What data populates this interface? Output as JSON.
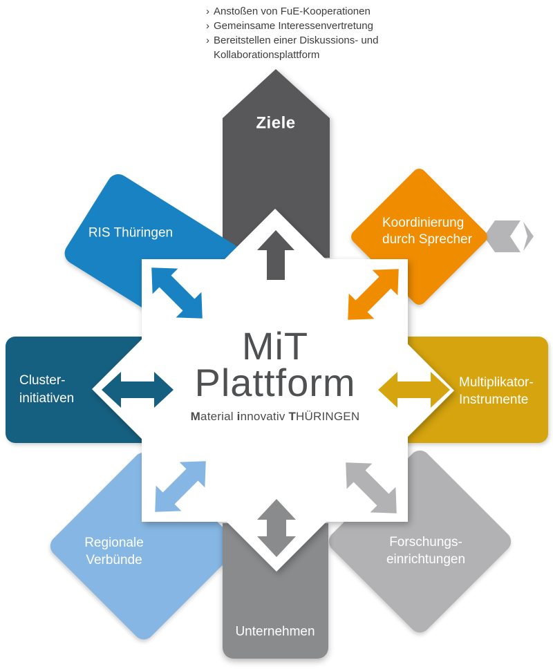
{
  "bullets": {
    "marker": "›",
    "items": [
      "Anstoßen von FuE-Kooperationen",
      "Gemeinsame Interessenvertretung",
      "Bereitstellen einer Diskussions- und Kollaborationsplattform"
    ]
  },
  "center": {
    "line1": "MiT",
    "line2": "Plattform",
    "subtitle": [
      {
        "text": "M",
        "bold": true
      },
      {
        "text": "aterial ",
        "bold": false
      },
      {
        "text": "i",
        "bold": true
      },
      {
        "text": "nnovativ ",
        "bold": false
      },
      {
        "text": "T",
        "bold": true
      },
      {
        "text": "HÜRINGEN",
        "bold": false
      }
    ],
    "text_color": "#4F5052"
  },
  "nodes": {
    "ziele": {
      "label": "Ziele",
      "color": "#58585A"
    },
    "ris": {
      "label": "RIS Thüringen",
      "color": "#1982C3"
    },
    "koordinierung": {
      "line1": "Koordinierung",
      "line2": "durch Sprecher",
      "color": "#F08C00"
    },
    "cluster": {
      "line1": "Cluster-",
      "line2": "initiativen",
      "color": "#155F80"
    },
    "multiplikator": {
      "line1": "Multiplikator-",
      "line2": "Instrumente",
      "color": "#D5A40E"
    },
    "regionale": {
      "line1": "Regionale",
      "line2": "Verbünde",
      "color": "#86B7E4"
    },
    "forschung": {
      "line1": "Forschungs-",
      "line2": "einrichtungen",
      "color": "#B2B2B4"
    },
    "unternehmen": {
      "label": "Unternehmen",
      "color": "#8A8B8D"
    }
  },
  "ribbon": {
    "color": "#B5B5B7"
  },
  "star": {
    "color": "#FFFFFF"
  }
}
